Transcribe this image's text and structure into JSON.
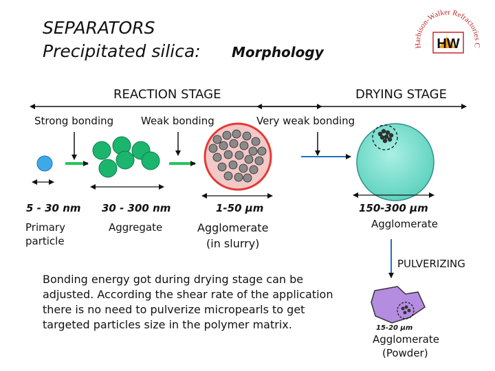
{
  "title": {
    "line1": "SEPARATORS",
    "line2": "Precipitated silica:",
    "line2_emph": "Morphology"
  },
  "logo": {
    "arc_text": "Harbison-Walker Refractories Company",
    "mark": "HW"
  },
  "stages": {
    "reaction": "REACTION STAGE",
    "drying": "DRYING STAGE"
  },
  "bonding": {
    "strong": "Strong bonding",
    "weak": "Weak bonding",
    "very_weak": "Very weak bonding"
  },
  "sizes": {
    "primary": "5 - 30 nm",
    "aggregate": "30 - 300 nm",
    "slurry": "1-50 µm",
    "dried": "150-300 µm",
    "powder": "15-20 µm"
  },
  "labels": {
    "primary_line1": "Primary",
    "primary_line2": "particle",
    "aggregate": "Aggregate",
    "agglomerate_slurry_line1": "Agglomerate",
    "agglomerate_slurry_line2": "(in slurry)",
    "agglomerate_dried": "Agglomerate",
    "pulverizing": "PULVERIZING",
    "powder_line1": "Agglomerate",
    "powder_line2": "(Powder)"
  },
  "body_text": "Bonding energy got during drying stage can be adjusted. According the shear rate of the application there is no need to pulverize micropearls to get targeted particles size in the polymer matrix.",
  "colors": {
    "primary_particle": "#3fa9e8",
    "aggregate": "#1bb56e",
    "slurry_rim": "#e53935",
    "slurry_fill": "#f2c8c8",
    "dried": "#7fe0d0",
    "powder": "#b48ce0",
    "arrow_green": "#22c55e",
    "arrow_blue": "#1f6fbf",
    "logo_red": "#c62828"
  }
}
